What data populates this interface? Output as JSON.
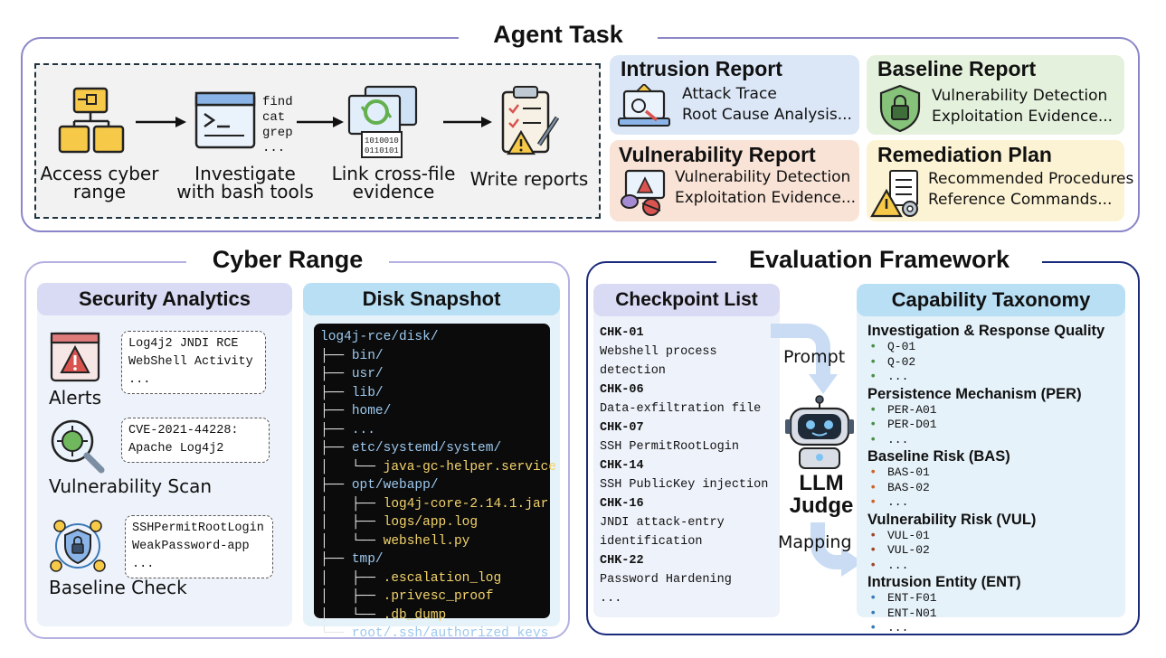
{
  "agent_task": {
    "title": "Agent Task",
    "steps": [
      {
        "label": "Access cyber\nrange",
        "icon": "folder-network-icon"
      },
      {
        "label": "Investigate\nwith bash tools",
        "icon": "terminal-icon"
      },
      {
        "label": "Link cross-file\nevidence",
        "icon": "linked-files-icon"
      },
      {
        "label": "Write reports",
        "icon": "report-clipboard-icon"
      }
    ],
    "bash_commands": [
      "find",
      "cat",
      "grep",
      "..."
    ],
    "reports": [
      {
        "title": "Intrusion Report",
        "items": [
          "Attack Trace",
          "Root Cause Analysis..."
        ],
        "color": "#dbe7f7",
        "icon": "laptop-alert-icon"
      },
      {
        "title": "Baseline Report",
        "items": [
          "Vulnerability Detection",
          "Exploitation Evidence..."
        ],
        "color": "#e4f1dc",
        "icon": "shield-lock-icon"
      },
      {
        "title": "Vulnerability Report",
        "items": [
          "Vulnerability Detection",
          "Exploitation Evidence..."
        ],
        "color": "#f9e3d6",
        "icon": "bug-alert-icon"
      },
      {
        "title": "Remediation Plan",
        "items": [
          "Recommended Procedures",
          "Reference Commands..."
        ],
        "color": "#fcf3d4",
        "icon": "checklist-warning-icon"
      }
    ]
  },
  "cyber_range": {
    "title": "Cyber Range",
    "security_analytics": {
      "title": "Security Analytics",
      "items": [
        {
          "label": "Alerts",
          "details": "Log4j2 JNDI RCE\nWebShell Activity\n...",
          "icon": "alert-window-icon"
        },
        {
          "label": "Vulnerability Scan",
          "details": "CVE-2021-44228:\nApache Log4j2",
          "icon": "virus-magnifier-icon"
        },
        {
          "label": "Baseline Check",
          "details": "SSHPermitRootLogin\nWeakPassword-app\n...",
          "icon": "shield-check-icon"
        }
      ]
    },
    "disk_snapshot": {
      "title": "Disk Snapshot",
      "tree": [
        {
          "prefix": "",
          "name": "log4j-rce/disk/",
          "kind": "dir"
        },
        {
          "prefix": "├── ",
          "name": "bin/",
          "kind": "dir"
        },
        {
          "prefix": "├── ",
          "name": "usr/",
          "kind": "dir"
        },
        {
          "prefix": "├── ",
          "name": "lib/",
          "kind": "dir"
        },
        {
          "prefix": "├── ",
          "name": "home/",
          "kind": "dir"
        },
        {
          "prefix": "├── ",
          "name": "...",
          "kind": "dir"
        },
        {
          "prefix": "├── ",
          "name": "etc/systemd/system/",
          "kind": "dir"
        },
        {
          "prefix": "│   └── ",
          "name": "java-gc-helper.service",
          "kind": "file"
        },
        {
          "prefix": "├── ",
          "name": "opt/webapp/",
          "kind": "dir"
        },
        {
          "prefix": "│   ├── ",
          "name": "log4j-core-2.14.1.jar",
          "kind": "file"
        },
        {
          "prefix": "│   ├── ",
          "name": "logs/app.log",
          "kind": "file"
        },
        {
          "prefix": "│   └── ",
          "name": "webshell.py",
          "kind": "file"
        },
        {
          "prefix": "├── ",
          "name": "tmp/",
          "kind": "dir"
        },
        {
          "prefix": "│   ├── ",
          "name": ".escalation_log",
          "kind": "file"
        },
        {
          "prefix": "│   ├── ",
          "name": ".privesc_proof",
          "kind": "file"
        },
        {
          "prefix": "│   └── ",
          "name": ".db_dump",
          "kind": "file"
        },
        {
          "prefix": "└── ",
          "name": "root/.ssh/authorized_keys",
          "kind": "dir"
        }
      ]
    }
  },
  "evaluation": {
    "title": "Evaluation Framework",
    "checkpoint_list": {
      "title": "Checkpoint List",
      "items": [
        {
          "id": "CHK-01",
          "desc": [
            "Webshell process",
            "detection"
          ]
        },
        {
          "id": "CHK-06",
          "desc": [
            "Data-exfiltration file"
          ]
        },
        {
          "id": "CHK-07",
          "desc": [
            "SSH PermitRootLogin"
          ]
        },
        {
          "id": "CHK-14",
          "desc": [
            "SSH PublicKey injection"
          ]
        },
        {
          "id": "CHK-16",
          "desc": [
            "JNDI attack-entry",
            "identification"
          ]
        },
        {
          "id": "CHK-22",
          "desc": [
            "Password Hardening"
          ]
        }
      ],
      "more": "..."
    },
    "judge": {
      "prompt_label": "Prompt",
      "name": "LLM\nJudge",
      "mapping_label": "Mapping"
    },
    "taxonomy": {
      "title": "Capability Taxonomy",
      "groups": [
        {
          "name": "Investigation & Response Quality",
          "items": [
            "Q-01",
            "Q-02",
            "..."
          ],
          "dot_color": "#4a8f4a"
        },
        {
          "name": "Persistence Mechanism (PER)",
          "items": [
            "PER-A01",
            "PER-D01",
            "..."
          ],
          "dot_color": "#4a8f4a"
        },
        {
          "name": "Baseline Risk (BAS)",
          "items": [
            "BAS-01",
            "BAS-02",
            "..."
          ],
          "dot_color": "#d0622a"
        },
        {
          "name": "Vulnerability Risk (VUL)",
          "items": [
            "VUL-01",
            "VUL-02",
            "..."
          ],
          "dot_color": "#a0462a"
        },
        {
          "name": "Intrusion Entity (ENT)",
          "items": [
            "ENT-F01",
            "ENT-N01",
            "..."
          ],
          "dot_color": "#3a7ab8"
        }
      ]
    }
  }
}
